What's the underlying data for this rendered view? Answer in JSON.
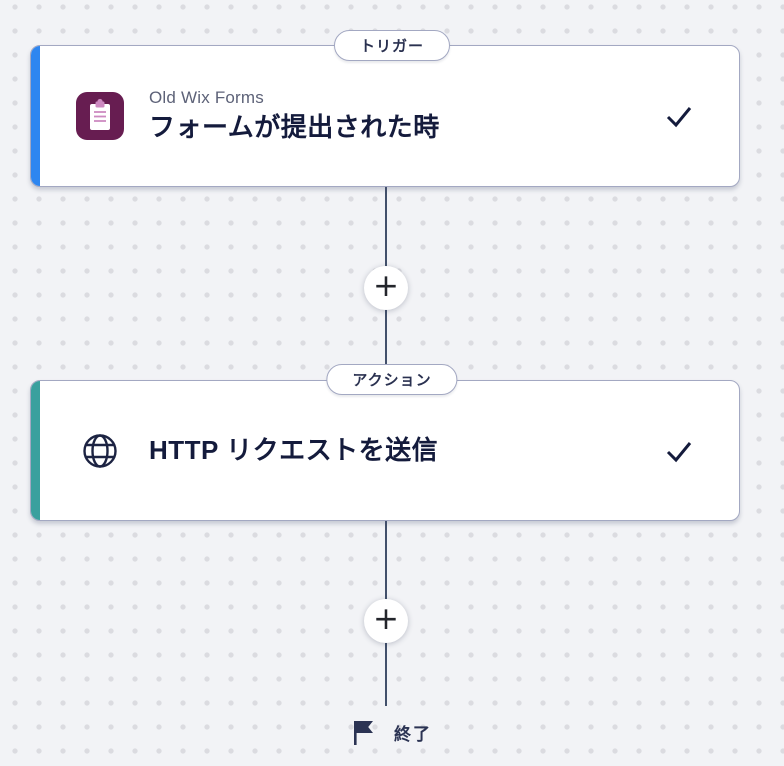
{
  "canvas": {
    "background_color": "#f2f3f6",
    "dot_color": "#dbdbe0",
    "connector_color": "#42506b"
  },
  "trigger_node": {
    "badge_label": "トリガー",
    "app_name": "Old Wix Forms",
    "title": "フォームが提出された時",
    "accent_color": "#2e86f0",
    "icon": "clipboard-icon",
    "icon_bg_color": "#671d51",
    "icon_detail_color": "#cd8ac1",
    "status_icon": "checkmark-icon",
    "status_color": "#141b3c"
  },
  "action_node": {
    "badge_label": "アクション",
    "title": "HTTP リクエストを送信",
    "accent_color": "#3aa09e",
    "icon": "globe-icon",
    "icon_color": "#1c2342",
    "status_icon": "checkmark-icon",
    "status_color": "#141b3c"
  },
  "add_step": {
    "label": "+"
  },
  "end_marker": {
    "icon": "flag-icon",
    "label": "終了",
    "color": "#2b3353"
  }
}
